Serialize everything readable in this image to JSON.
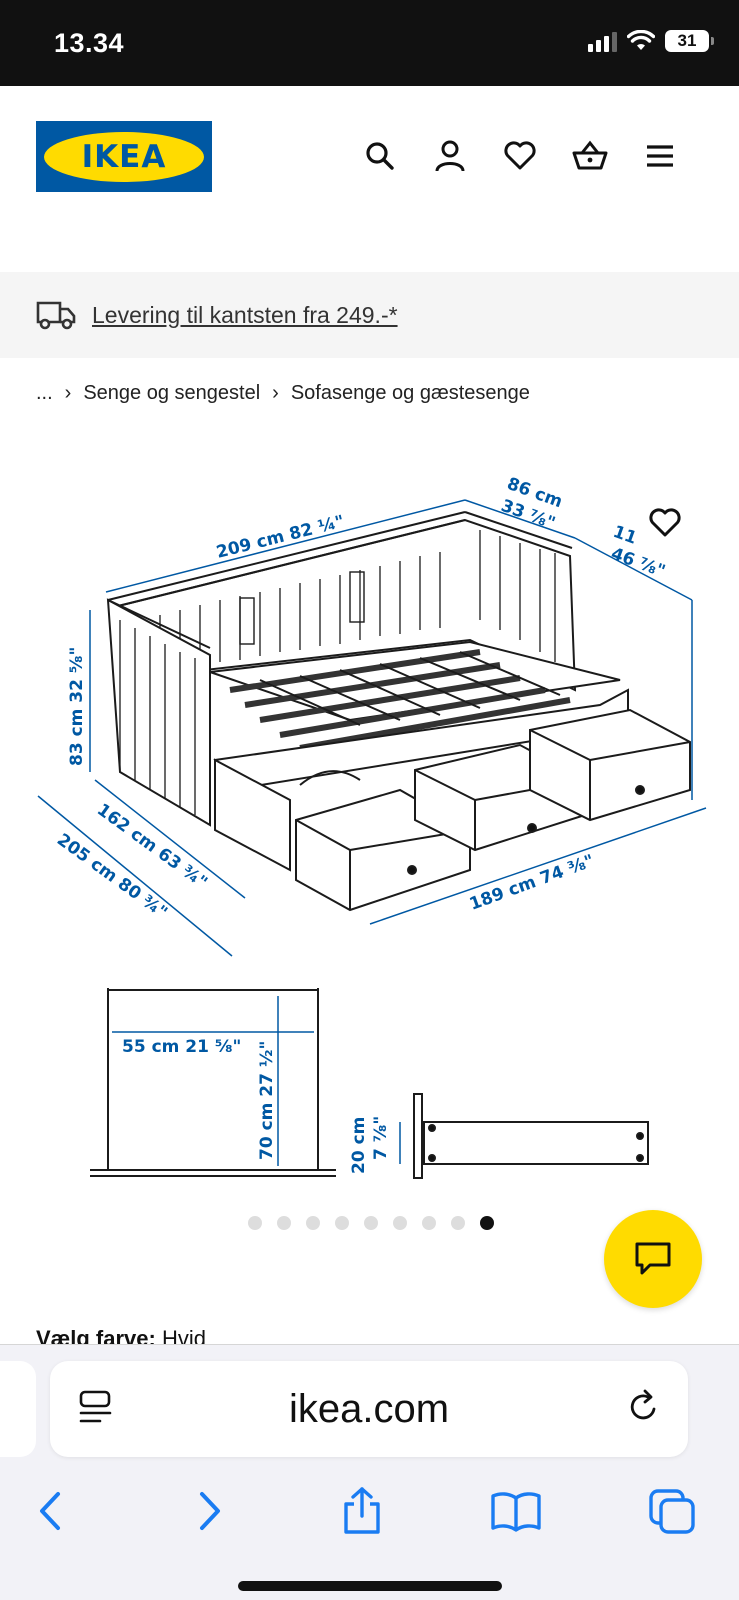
{
  "status": {
    "time": "13.34",
    "battery": "31"
  },
  "header": {
    "logo_text": "IKEA",
    "icons": [
      "search-icon",
      "account-icon",
      "heart-icon",
      "basket-icon",
      "menu-icon"
    ]
  },
  "banner": {
    "text": "Levering til kantsten fra 249.-*"
  },
  "breadcrumb": {
    "ellipsis": "...",
    "sep": "›",
    "items": [
      "Senge og sengestel",
      "Sofasenge og gæstesenge"
    ]
  },
  "product_image": {
    "dimensions": {
      "width_top": "209 cm 82 ¼\"",
      "depth_cm": "86 cm",
      "depth_in": "33 ⅞\"",
      "ext_cm": "11",
      "ext_in": "46 ⅞\"",
      "height": "83 cm 32 ⅝\"",
      "width_front": "162 cm 63 ¾\"",
      "width_outer": "205 cm 80 ¾\"",
      "length_ext": "189 cm 74 ⅜\"",
      "inner_width": "55 cm 21 ⅝\"",
      "inner_height": "70 cm 27 ½\"",
      "drawer_h_cm": "20 cm",
      "drawer_h_in": "7 ⅞\""
    }
  },
  "carousel": {
    "count": 9,
    "active_index": 8
  },
  "color": {
    "label": "Vælg farve:",
    "value": "Hvid"
  },
  "browser": {
    "url": "ikea.com"
  },
  "colors": {
    "ikea_blue": "#0058a3",
    "ikea_yellow": "#ffdb00",
    "browser_blue": "#1a7cf2"
  }
}
